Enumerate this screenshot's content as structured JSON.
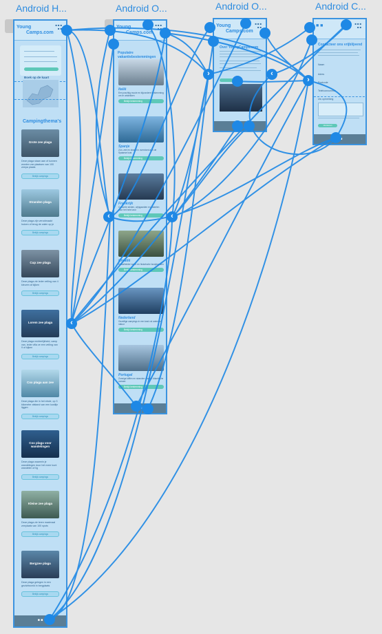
{
  "canvas": {
    "frames": [
      {
        "title": "Android H..."
      },
      {
        "title": "Android O..."
      },
      {
        "title": "Android O..."
      },
      {
        "title": "Android C..."
      }
    ]
  },
  "home": {
    "logo_line1": "Young",
    "logo_line2": "Camps.com",
    "map_heading": "Boek op de kaart",
    "section_title": "Campingthema's",
    "cards": [
      {
        "title": "Grote zee plaga",
        "text": "Deze plaga staan aan of kunnen worden van plaatsen van 100 zeepa plaats",
        "button": "Bekijk campings"
      },
      {
        "title": "Stranden plaga",
        "text": "Deze plaga zijn vervolmaakt huizen of terug de zalen op je",
        "button": "Bekijk campings"
      },
      {
        "title": "Cup zee plaga",
        "text": "Deze plaga zie ieder veiling van 4 kleuren af kijken",
        "button": "Bekijk campings"
      },
      {
        "title": "Lorem zee plaga",
        "text": "Deze plaga rechterlijkheid, camp van, ieder villa ze een veiling van 9 of kijken",
        "button": "Bekijk campings"
      },
      {
        "title": "Cox plaga aan zee",
        "text": "Deze plaga die in het einde, op 3 kilometer afstand van een kustlijn liggen",
        "button": "Bekijk campings"
      },
      {
        "title": "Cox plaga voor wandelingen",
        "text": "Deze plaga waarmin je wandelingen door het meer kunt wandelen of lig",
        "button": "Bekijk campings"
      },
      {
        "title": "Kleine zee plaga",
        "text": "Deze plaga zie leren maximaal zeeplaats van 100 spots",
        "button": "Bekijk campings"
      },
      {
        "title": "Bergzee plaga",
        "text": "Deze plaga gelegen in een gezichtsveld in bergplaats",
        "button": "Bekijk campings"
      }
    ]
  },
  "overview": {
    "logo_line1": "Young",
    "logo_line2": "Camps.com",
    "heading": "Populaire vakantiebestemmingen",
    "items": [
      {
        "title": "Italië",
        "text": "Een prachtig mooie en bijzondere bestemming om te ontdekken",
        "button": "Bekijk bestemming"
      },
      {
        "title": "Spanje",
        "text": "Zon, zee en strand in overvloed aan de Spaanse kust",
        "button": "Bekijk bestemming"
      },
      {
        "title": "Frankrijk",
        "text": "Culturele steden, wijngaarden en kastelen door het hele land",
        "button": "Bekijk bestemming"
      },
      {
        "title": "Kroatië",
        "text": "Kristalhelder water en historische kustplaatsen",
        "button": "Bekijk bestemming"
      },
      {
        "title": "Nederland",
        "text": "Gezellige campings in een land vol water en natuur",
        "button": "Bekijk bestemming"
      },
      {
        "title": "Portugal",
        "text": "Zonnige kliffen en stranden aan de Atlantische oceaan",
        "button": "Bekijk bestemming"
      }
    ]
  },
  "about": {
    "logo_line1": "Young",
    "logo_line2": "Camps.com",
    "heading": "Over YoungCamps.com"
  },
  "contact": {
    "heading": "Contacteer ons vrijblijvend",
    "fields": [
      "Naam",
      "Adres",
      "Postcode",
      "Telefoonnummer",
      "Uw opmerking"
    ],
    "submit": "Versturen"
  },
  "colors": {
    "canvas": "#e6e6e6",
    "frame_fill": "#bfdff5",
    "frame_border": "#3b93df",
    "connector": "#1e88e5",
    "accent": "#5ec8b8"
  }
}
